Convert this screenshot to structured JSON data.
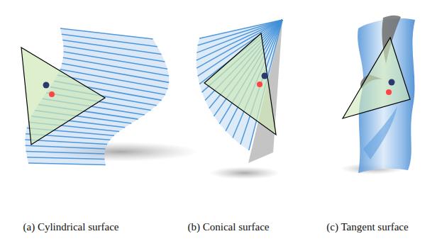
{
  "diagram": {
    "labels": [
      "(a) Cylindrical surface",
      "(b) Conical surface",
      "(c) Tangent surface"
    ]
  }
}
